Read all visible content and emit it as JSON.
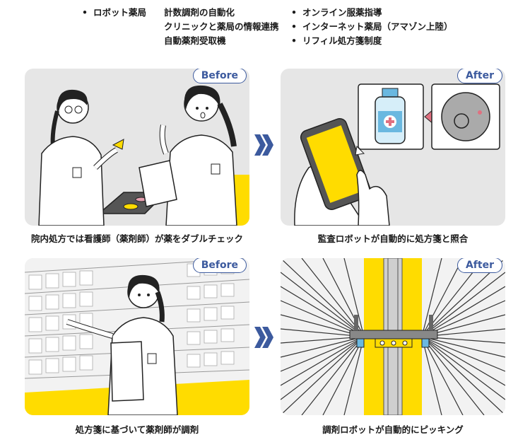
{
  "bullets": {
    "left": [
      {
        "bullet": "•",
        "label": "ロボット薬局",
        "items": [
          "計数調剤の自動化",
          "クリニックと薬局の情報連携",
          "自動薬剤受取機"
        ]
      }
    ],
    "right": [
      {
        "bullet": "•",
        "text": "オンライン服薬指導"
      },
      {
        "bullet": "•",
        "text": "インターネット薬局（アマゾン上陸）"
      },
      {
        "bullet": "•",
        "text": "リフィル処方箋制度"
      }
    ]
  },
  "panels": [
    {
      "badge": "Before",
      "caption": "院内処方では看護師（薬剤師）が薬をダブルチェック"
    },
    {
      "badge": "After",
      "caption": "監査ロボットが自動的に処方箋と照合"
    },
    {
      "badge": "Before",
      "caption": "処方箋に基づいて薬剤師が調剤"
    },
    {
      "badge": "After",
      "caption": "調剤ロボットが自動的にピッキング"
    }
  ],
  "colors": {
    "accent_yellow": "#ffdc00",
    "badge_blue": "#3c5a9e",
    "arrow_blue": "#3c5a9e",
    "panel_gray": "#e6e6e6"
  }
}
